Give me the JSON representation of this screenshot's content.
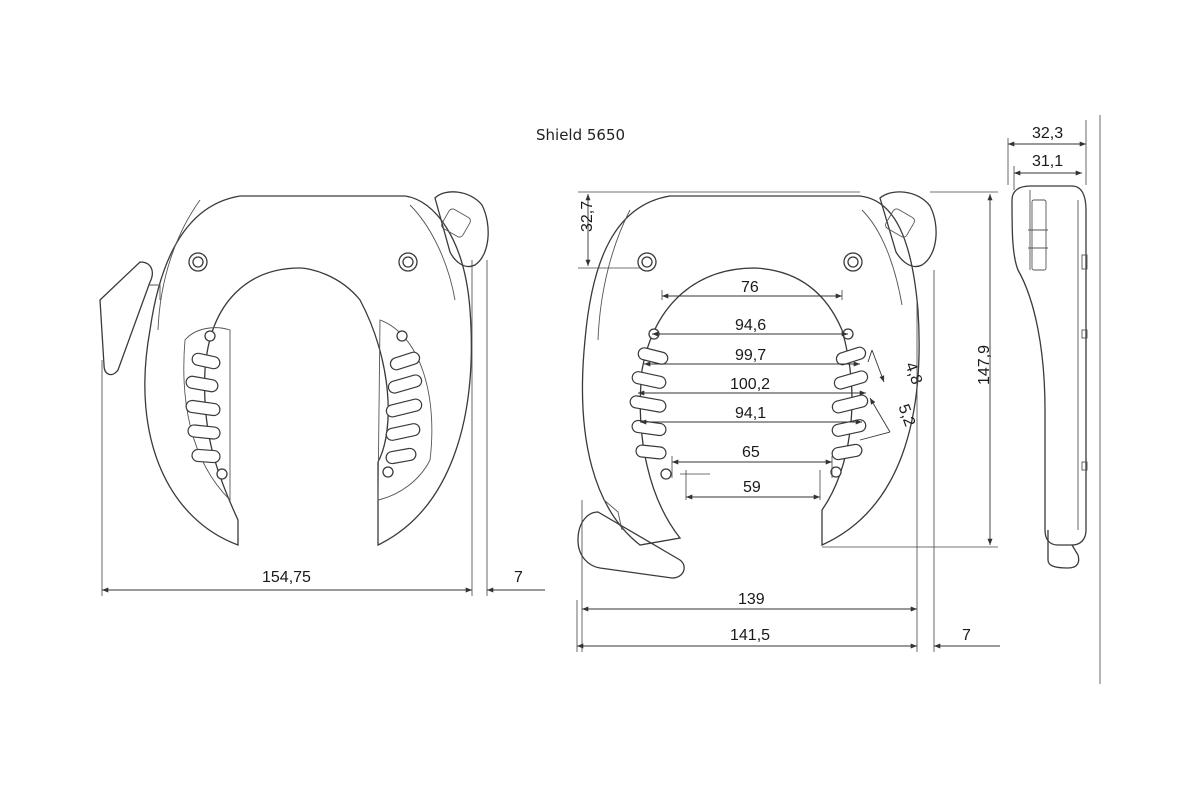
{
  "title": "Shield 5650",
  "dimensions": {
    "front_width": "154,75",
    "front_gap": "7",
    "top_offset": "32,7",
    "d76": "76",
    "d94_6": "94,6",
    "d99_7": "99,7",
    "d100_2": "100,2",
    "d94_1": "94,1",
    "d65": "65",
    "d59": "59",
    "d4_8": "4,8",
    "d5_2": "5,2",
    "height": "147,9",
    "inner_width": "139",
    "outer_width": "141,5",
    "rear_gap": "7",
    "side_width_outer": "32,3",
    "side_width_inner": "31,1"
  }
}
